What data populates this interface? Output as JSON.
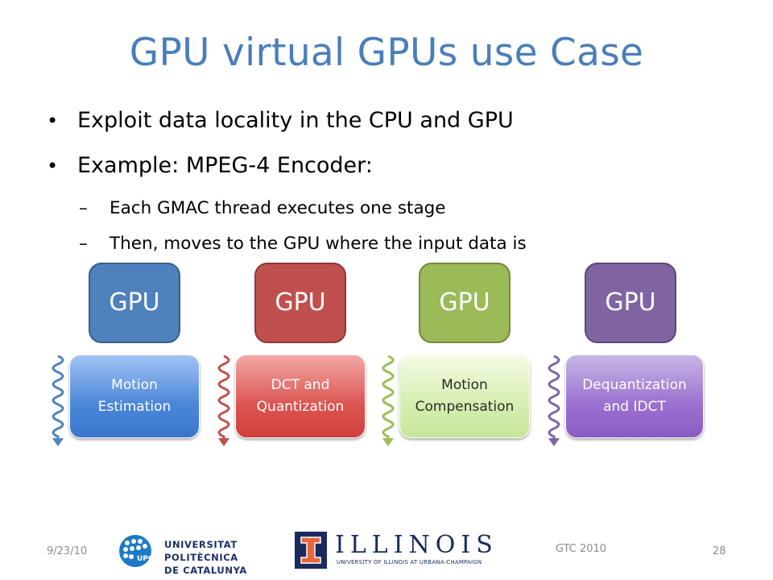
{
  "title": "GPU virtual GPUs use Case",
  "bullets": [
    "Exploit data locality in the CPU and GPU",
    "Example: MPEG-4 Encoder:"
  ],
  "sub_bullets": [
    "Each GMAC thread executes one stage",
    "Then, moves to the GPU where the input data is"
  ],
  "stages": [
    {
      "gpu_label": "GPU",
      "line1": "Motion",
      "line2": "Estimation",
      "gpu_color": "#4f81bd",
      "gpu_border": "#385d8a",
      "wave_color": "#4f81bd"
    },
    {
      "gpu_label": "GPU",
      "line1": "DCT and",
      "line2": "Quantization",
      "gpu_color": "#c0504d",
      "gpu_border": "#8c3836",
      "wave_color": "#c0504d"
    },
    {
      "gpu_label": "GPU",
      "line1": "Motion",
      "line2": "Compensation",
      "gpu_color": "#9bbb59",
      "gpu_border": "#71893f",
      "wave_color": "#9bbb59"
    },
    {
      "gpu_label": "GPU",
      "line1": "Dequantization",
      "line2": "and IDCT",
      "gpu_color": "#8064a2",
      "gpu_border": "#5c4776",
      "wave_color": "#8064a2"
    }
  ],
  "footer": {
    "date": "9/23/10",
    "conference": "GTC 2010",
    "page": "28",
    "upc_line1": "UNIVERSITAT POLITÈCNICA",
    "upc_line2": "DE CATALUNYA",
    "illinois_word": "ILLINOIS",
    "illinois_sub": "UNIVERSITY OF ILLINOIS AT URBANA-CHAMPAIGN"
  }
}
